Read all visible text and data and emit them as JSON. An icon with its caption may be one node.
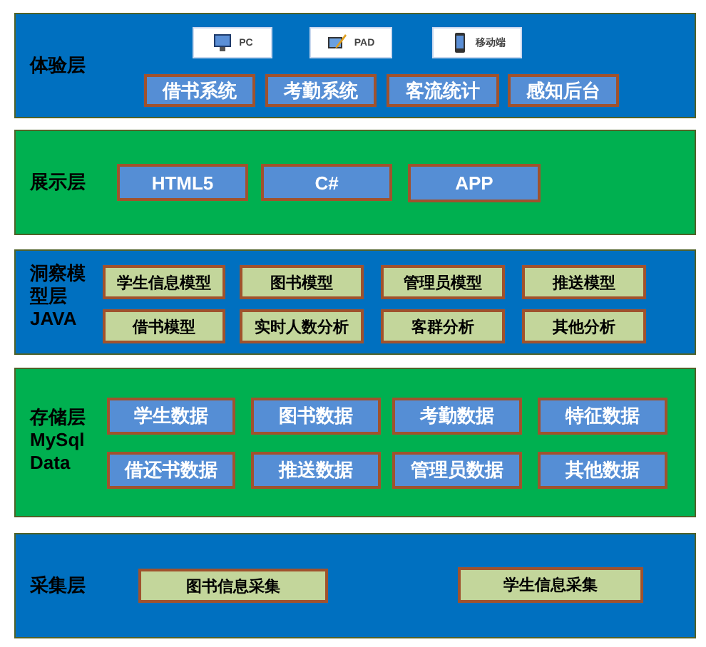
{
  "diagram": {
    "nodes": [
      {
        "text": [
          "体验层"
        ]
      },
      {
        "text": [
          "PC"
        ],
        "in": 0
      },
      {
        "text": [
          "PAD"
        ],
        "in": 0
      },
      {
        "text": [
          "移动端"
        ],
        "in": 0
      },
      {
        "text": [
          "借书系统"
        ],
        "in": 0
      },
      {
        "text": [
          "考勤系统"
        ],
        "in": 0
      },
      {
        "text": [
          "客流统计"
        ],
        "in": 0
      },
      {
        "text": [
          "感知后台"
        ],
        "in": 0
      },
      {
        "text": [
          "展示层"
        ]
      },
      {
        "text": [
          "HTML5"
        ],
        "in": 8
      },
      {
        "text": [
          "C#"
        ],
        "in": 8
      },
      {
        "text": [
          "APP"
        ],
        "in": 8
      },
      {
        "text": [
          "洞察模型层",
          "JAVA"
        ]
      },
      {
        "text": [
          "学生信息模型"
        ],
        "in": 12
      },
      {
        "text": [
          "图书模型"
        ],
        "in": 12
      },
      {
        "text": [
          "管理员模型"
        ],
        "in": 12
      },
      {
        "text": [
          "推送模型"
        ],
        "in": 12
      },
      {
        "text": [
          "借书模型"
        ],
        "in": 12
      },
      {
        "text": [
          "实时人数分析"
        ],
        "in": 12
      },
      {
        "text": [
          "客群分析"
        ],
        "in": 12
      },
      {
        "text": [
          "其他分析"
        ],
        "in": 12
      },
      {
        "text": [
          "存储层",
          "MySql Data"
        ]
      },
      {
        "text": [
          "学生数据"
        ],
        "in": 21
      },
      {
        "text": [
          "图书数据"
        ],
        "in": 21
      },
      {
        "text": [
          "考勤数据"
        ],
        "in": 21
      },
      {
        "text": [
          "特征数据"
        ],
        "in": 21
      },
      {
        "text": [
          "借还书数据"
        ],
        "in": 21
      },
      {
        "text": [
          "推送数据"
        ],
        "in": 21
      },
      {
        "text": [
          "管理员数据"
        ],
        "in": 21
      },
      {
        "text": [
          "其他数据"
        ],
        "in": 21
      },
      {
        "text": [
          "采集层"
        ]
      },
      {
        "text": [
          "图书信息采集"
        ],
        "in": 30
      },
      {
        "text": [
          "学生信息采集"
        ],
        "in": 30
      }
    ]
  }
}
